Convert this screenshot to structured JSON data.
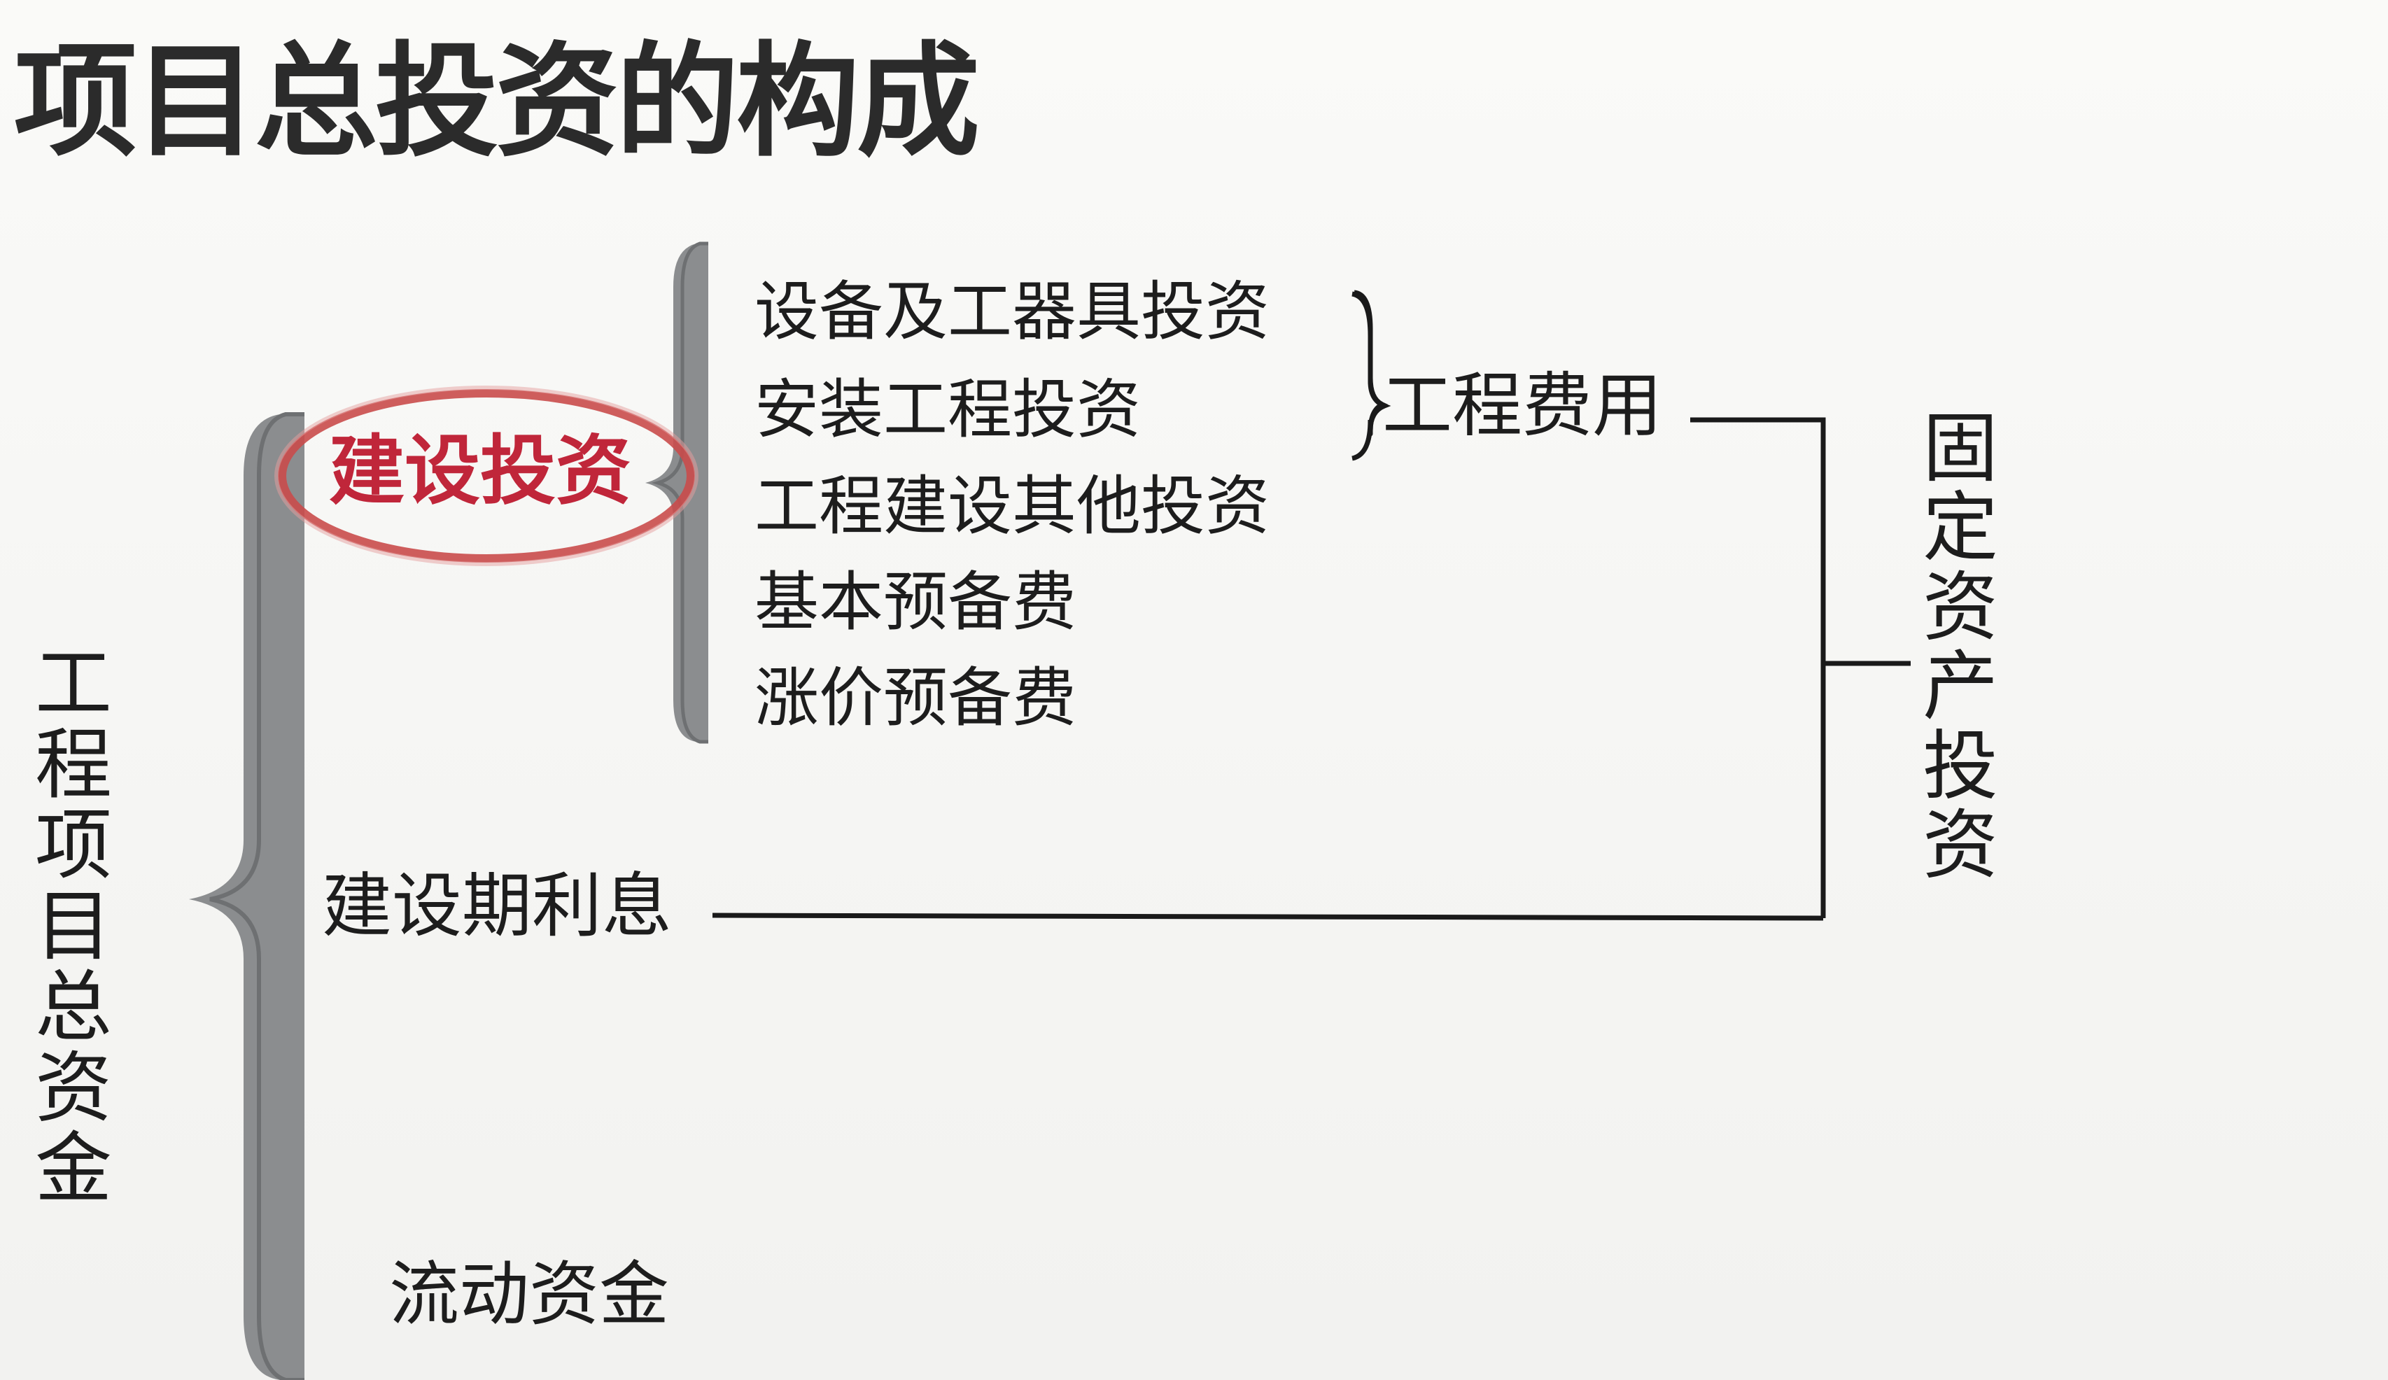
{
  "title": "项目总投资的构成",
  "root": "工程项目总资金",
  "level1": {
    "construction_investment": "建设投资",
    "construction_interest": "建设期利息",
    "working_capital": "流动资金"
  },
  "construction_items": [
    "设备及工器具投资",
    "安装工程投资",
    "工程建设其他投资",
    "基本预备费",
    "涨价预备费"
  ],
  "engineering_cost": "工程费用",
  "fixed_asset_investment": "固定资产投资",
  "colors": {
    "bracket": "#8b8d8f",
    "highlight_text": "#c0263a",
    "highlight_ring": "#c94b4b",
    "line": "#1a1a1a"
  }
}
